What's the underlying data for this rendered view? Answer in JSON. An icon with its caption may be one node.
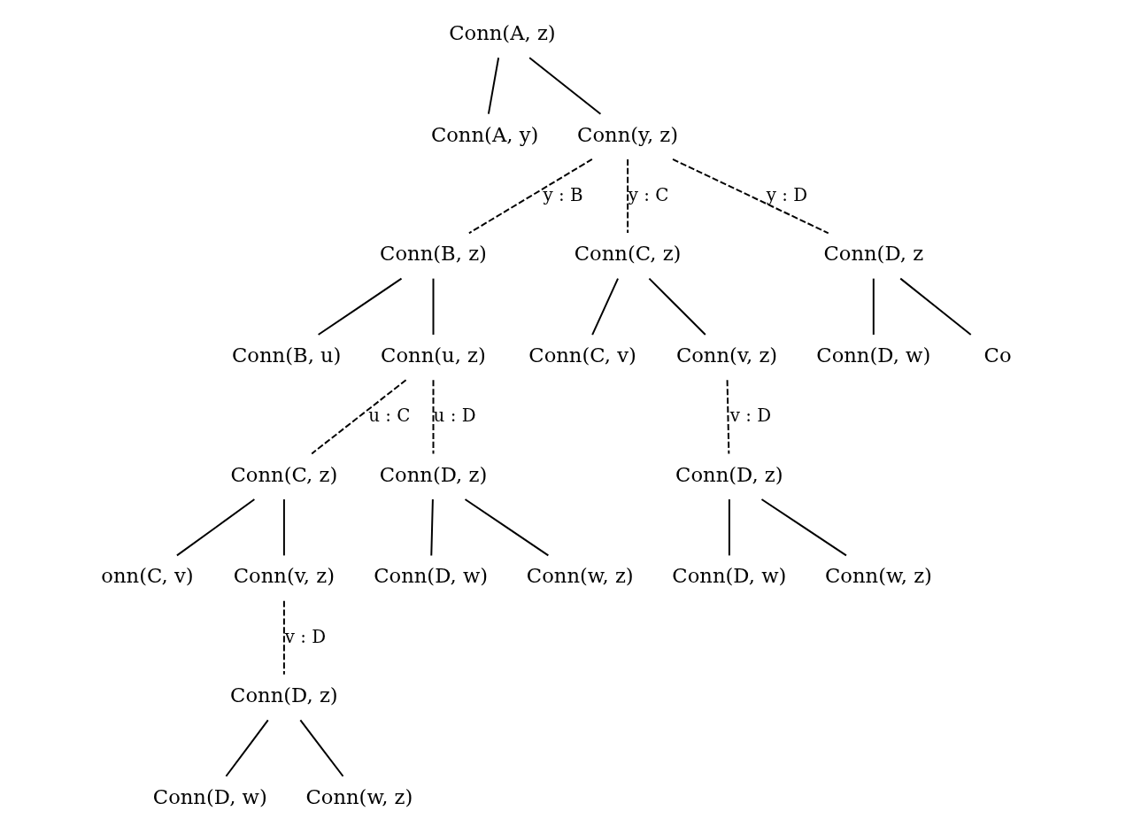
{
  "diagram": {
    "nodes": [
      {
        "text": [
          "Conn(A, z)"
        ]
      },
      {
        "text": [
          "Conn(A, y)"
        ]
      },
      {
        "text": [
          "Conn(y, z)"
        ]
      },
      {
        "text": [
          "Conn(B, z)"
        ]
      },
      {
        "text": [
          "Conn(C, z)"
        ]
      },
      {
        "text": [
          "Conn(D, z"
        ]
      },
      {
        "text": [
          "Conn(B, u)"
        ]
      },
      {
        "text": [
          "Conn(u, z)"
        ]
      },
      {
        "text": [
          "Conn(C, v)"
        ]
      },
      {
        "text": [
          "Conn(v, z)"
        ]
      },
      {
        "text": [
          "Conn(D, w)"
        ]
      },
      {
        "text": [
          "Co"
        ]
      },
      {
        "text": [
          "Conn(C, z)"
        ]
      },
      {
        "text": [
          "Conn(D, z)"
        ]
      },
      {
        "text": [
          "Conn(D, z)"
        ]
      },
      {
        "text": [
          "onn(C, v)"
        ]
      },
      {
        "text": [
          "Conn(v, z)"
        ]
      },
      {
        "text": [
          "Conn(D, w)"
        ]
      },
      {
        "text": [
          "Conn(w, z)"
        ]
      },
      {
        "text": [
          "Conn(D, w)"
        ]
      },
      {
        "text": [
          "Conn(w, z)"
        ]
      },
      {
        "text": [
          "Conn(D, z)"
        ]
      },
      {
        "text": [
          "Conn(D, w)"
        ]
      },
      {
        "text": [
          "Conn(w, z)"
        ]
      }
    ],
    "edges": [
      {
        "from": 0,
        "to": 1,
        "arrow": "none"
      },
      {
        "from": 0,
        "to": 2,
        "arrow": "none"
      },
      {
        "from": 2,
        "to": 3,
        "arrow": "none",
        "style": "dashed",
        "label": "y : B"
      },
      {
        "from": 2,
        "to": 4,
        "arrow": "none",
        "style": "dashed",
        "label": "y : C"
      },
      {
        "from": 2,
        "to": 5,
        "arrow": "none",
        "style": "dashed",
        "label": "y : D"
      },
      {
        "from": 3,
        "to": 6,
        "arrow": "none"
      },
      {
        "from": 3,
        "to": 7,
        "arrow": "none"
      },
      {
        "from": 4,
        "to": 8,
        "arrow": "none"
      },
      {
        "from": 4,
        "to": 9,
        "arrow": "none"
      },
      {
        "from": 5,
        "to": 10,
        "arrow": "none"
      },
      {
        "from": 5,
        "to": 11,
        "arrow": "none"
      },
      {
        "from": 7,
        "to": 12,
        "arrow": "none",
        "style": "dashed",
        "label": "u : C"
      },
      {
        "from": 7,
        "to": 13,
        "arrow": "none",
        "style": "dashed",
        "label": "u : D"
      },
      {
        "from": 9,
        "to": 14,
        "arrow": "none",
        "style": "dashed",
        "label": "v : D"
      },
      {
        "from": 12,
        "to": 15,
        "arrow": "none"
      },
      {
        "from": 12,
        "to": 16,
        "arrow": "none"
      },
      {
        "from": 13,
        "to": 17,
        "arrow": "none"
      },
      {
        "from": 13,
        "to": 18,
        "arrow": "none"
      },
      {
        "from": 14,
        "to": 19,
        "arrow": "none"
      },
      {
        "from": 14,
        "to": 20,
        "arrow": "none"
      },
      {
        "from": 16,
        "to": 21,
        "arrow": "none",
        "style": "dashed",
        "label": "v : D"
      },
      {
        "from": 21,
        "to": 22,
        "arrow": "none"
      },
      {
        "from": 21,
        "to": 23,
        "arrow": "none"
      }
    ]
  }
}
